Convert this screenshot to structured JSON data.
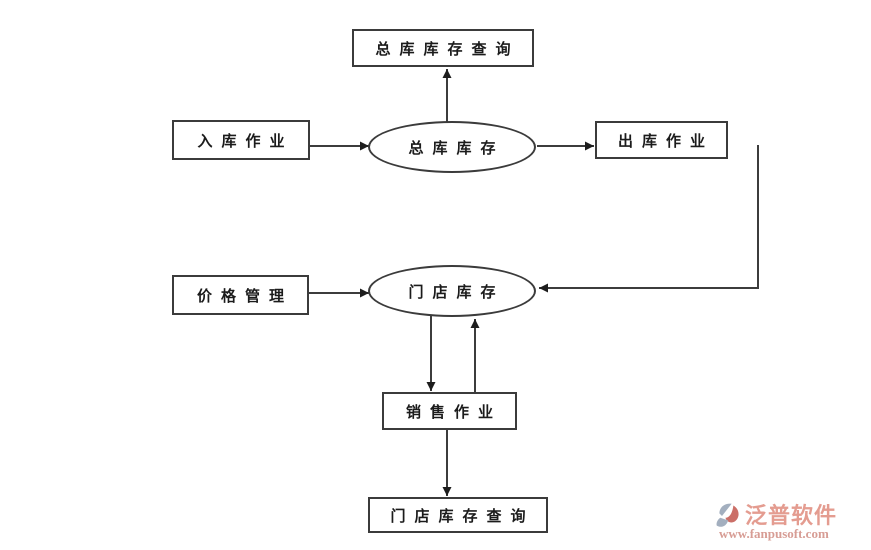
{
  "diagram": {
    "nodes": {
      "warehouse_query": {
        "label": "总库库存查询",
        "shape": "rect"
      },
      "inbound": {
        "label": "入库作业",
        "shape": "rect"
      },
      "warehouse_stock": {
        "label": "总库库存",
        "shape": "ellipse"
      },
      "outbound": {
        "label": "出库作业",
        "shape": "rect"
      },
      "price_mgmt": {
        "label": "价格管理",
        "shape": "rect"
      },
      "store_stock": {
        "label": "门店库存",
        "shape": "ellipse"
      },
      "sales": {
        "label": "销售作业",
        "shape": "rect"
      },
      "store_query": {
        "label": "门店库存查询",
        "shape": "rect"
      }
    },
    "edges": [
      {
        "from": "总库库存",
        "to": "总库库存查询"
      },
      {
        "from": "入库作业",
        "to": "总库库存"
      },
      {
        "from": "总库库存",
        "to": "出库作业"
      },
      {
        "from": "出库作业",
        "to": "门店库存"
      },
      {
        "from": "价格管理",
        "to": "门店库存"
      },
      {
        "from": "门店库存",
        "to": "销售作业"
      },
      {
        "from": "销售作业",
        "to": "门店库存"
      },
      {
        "from": "销售作业",
        "to": "门店库存查询"
      }
    ],
    "colors": {
      "background": "#ffffff",
      "border": "#3b3b3b",
      "line": "#3c3c3c",
      "text": "#1b1b1b"
    }
  },
  "watermark": {
    "brand": "泛普软件",
    "url": "www.fanpusoft.com",
    "colors": {
      "brand_text": "#e08b7d",
      "url_text": "#d18c83",
      "mark_blue": "#93a2b4",
      "mark_red": "#c2574e"
    }
  }
}
